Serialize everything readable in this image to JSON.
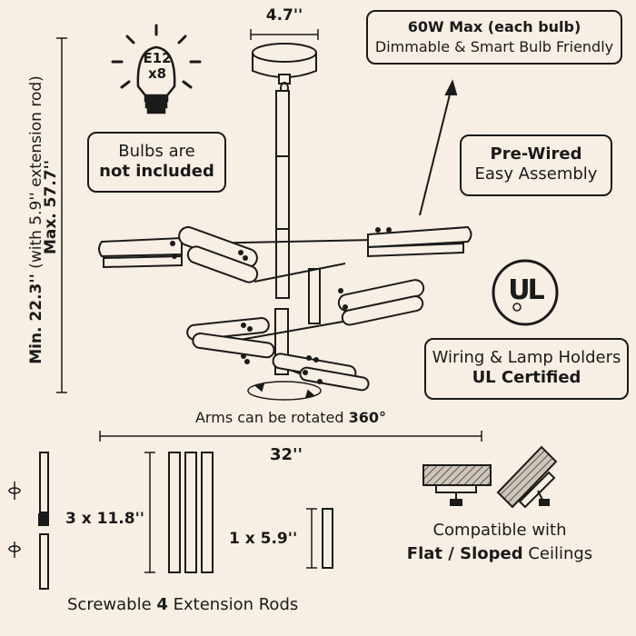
{
  "canopy_width": "4.7''",
  "bulb": {
    "type": "E12",
    "count": "x8"
  },
  "bulbs_note": {
    "line1": "Bulbs are",
    "line2": "not included"
  },
  "wattage": {
    "line1": "60W Max (each bulb)",
    "line2": "Dimmable & Smart Bulb Friendly"
  },
  "prewired": {
    "line1": "Pre-Wired",
    "line2": "Easy Assembly"
  },
  "ul_logo": "UL",
  "ul_note": {
    "line1": "Wiring & Lamp Holders",
    "line2": "UL Certified"
  },
  "height": {
    "max": "Max. 57.7''",
    "min": "Min. 22.3''",
    "min_note": "(with 5.9'' extension rod)"
  },
  "rotate": {
    "text": "Arms can be rotated ",
    "value": "360°"
  },
  "width": "32''",
  "rods_long": "3 x 11.8''",
  "rods_short": "1 x 5.9''",
  "rods_caption": {
    "pre": "Screwable ",
    "num": "4",
    "post": " Extension Rods"
  },
  "ceiling": {
    "line1": "Compatible with",
    "flat": "Flat",
    "sep": " / ",
    "sloped": "Sloped",
    "post": " Ceilings"
  },
  "colors": {
    "background": "#f7efe3",
    "ink": "#1a1a1a"
  }
}
